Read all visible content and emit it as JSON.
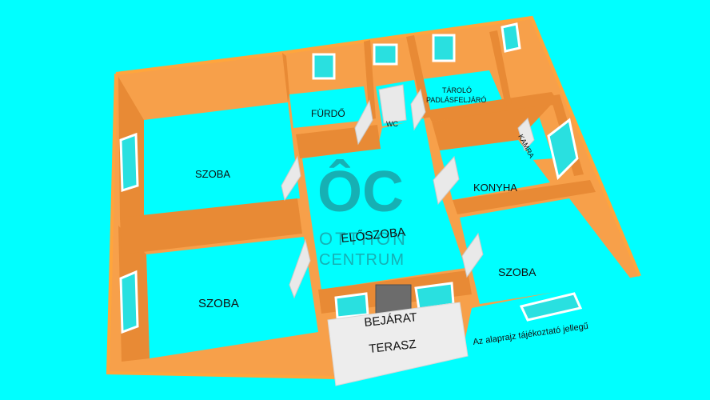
{
  "colors": {
    "background": "#00ffff",
    "wall": "#f7a04a",
    "wall_top": "#ffa53c",
    "wall_shade": "#e88a35",
    "floor": "#00ffff",
    "window_frame": "#ffffff",
    "window_glass": "#29e0e0",
    "door": "#e9e9e9",
    "entrance_door": "#6c6c6c",
    "terrace": "#ededed",
    "watermark": "#1aa3a8"
  },
  "rooms": {
    "szoba_top_left": "SZOBA",
    "furdo": "FÜRDŐ",
    "wc": "WC",
    "tarolo": "TÁROLÓ",
    "padlasfeljaro": "PADLÁSFELJÁRÓ",
    "kamra": "KAMRA",
    "konyha": "KONYHA",
    "eloszoba": "ELŐSZOBA",
    "szoba_bottom_left": "SZOBA",
    "szoba_right": "SZOBA",
    "bejarat": "BEJÁRAT",
    "terasz": "TERASZ"
  },
  "watermark": {
    "logo": "ÔC",
    "line1": "OTTHON",
    "line2": "CENTRUM"
  },
  "disclaimer": "Az alaprajz tájékoztató jellegű"
}
